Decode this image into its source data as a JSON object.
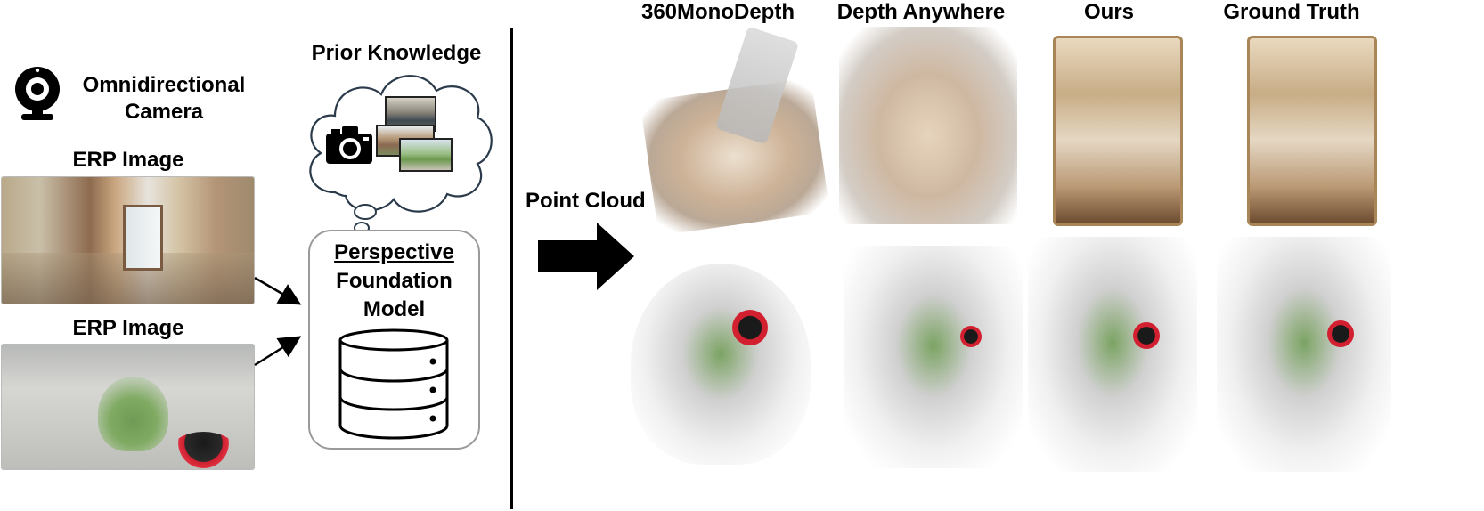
{
  "left": {
    "camera_label": "Omnidirectional\nCamera",
    "camera_line1": "Omnidirectional",
    "camera_line2": "Camera",
    "erp_label_1": "ERP Image",
    "erp_label_2": "ERP Image"
  },
  "middle": {
    "prior_knowledge": "Prior Knowledge",
    "model_line1": "Perspective",
    "model_line2": "Foundation",
    "model_line3": "Model"
  },
  "right": {
    "point_cloud_label": "Point Cloud",
    "columns": [
      "360MonoDepth",
      "Depth Anywhere",
      "Ours",
      "Ground Truth"
    ]
  },
  "colors": {
    "text": "#000000",
    "divider": "#000000",
    "box_border": "#9a9a9a",
    "cloud_border": "#2a3a4a"
  },
  "icons": [
    "webcam-icon",
    "camera-icon",
    "database-icon",
    "arrow-icon",
    "thought-cloud-icon"
  ]
}
